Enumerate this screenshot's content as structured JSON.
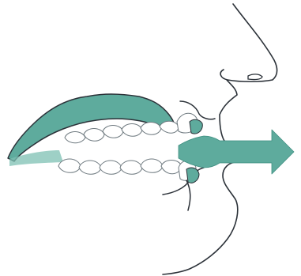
{
  "figure": {
    "description_icons": [
      "profile-outline",
      "tongue-shape",
      "upper-teeth",
      "lower-teeth",
      "airflow-arrow"
    ]
  },
  "colors": {
    "background": "#ffffff",
    "teal_fill": "#5eab9d",
    "teal_dark": "#3f8f81",
    "outline": "#2b3138",
    "teeth_fill": "#ffffff",
    "teeth_outline": "#6f7a80"
  }
}
